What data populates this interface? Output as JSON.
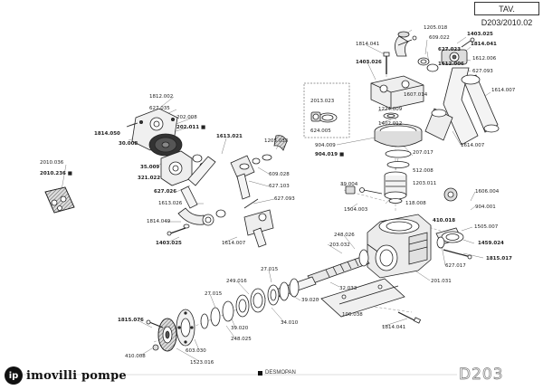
{
  "title_block": {
    "code": "TAV. D203/2010.02"
  },
  "footer": {
    "brand_mark": "ip",
    "brand_name": "imovilli pompe",
    "legend_symbol": "■",
    "legend_text": "DESMOPAN",
    "drawing_code": "D203"
  },
  "parts": [
    {
      "text": "1205.018"
    },
    {
      "text": "1814.041"
    },
    {
      "text": "609.022"
    },
    {
      "text": "627.023"
    },
    {
      "text": "1403.025"
    },
    {
      "text": "1814.041"
    },
    {
      "text": "1612.006"
    },
    {
      "text": "1403.026"
    },
    {
      "text": "627.093"
    },
    {
      "text": "1612.006"
    },
    {
      "text": "2013.023"
    },
    {
      "text": "1614.007"
    },
    {
      "text": "1607.014"
    },
    {
      "text": "1224.009"
    },
    {
      "text": "1402.012"
    },
    {
      "text": "624.005"
    },
    {
      "text": "207.017"
    },
    {
      "text": "904.009"
    },
    {
      "text": "904.019 ■"
    },
    {
      "text": "1614.007"
    },
    {
      "text": "1812.002"
    },
    {
      "text": "627.035"
    },
    {
      "text": "202.008"
    },
    {
      "text": "1814.050"
    },
    {
      "text": "202.011 ■"
    },
    {
      "text": "30.008"
    },
    {
      "text": "1613.021"
    },
    {
      "text": "1205.033"
    },
    {
      "text": "609.028"
    },
    {
      "text": "627.103"
    },
    {
      "text": "35.009"
    },
    {
      "text": "321.022"
    },
    {
      "text": "512.008"
    },
    {
      "text": "1203.011"
    },
    {
      "text": "2010.036"
    },
    {
      "text": "2010.236 ■"
    },
    {
      "text": "627.026"
    },
    {
      "text": "39.004"
    },
    {
      "text": "1606.004"
    },
    {
      "text": "1613.026"
    },
    {
      "text": "627.093"
    },
    {
      "text": "118.008"
    },
    {
      "text": "904.001"
    },
    {
      "text": "1504.003"
    },
    {
      "text": "1814.049"
    },
    {
      "text": "410.018"
    },
    {
      "text": "1505.007"
    },
    {
      "text": "1403.025"
    },
    {
      "text": "1614.007"
    },
    {
      "text": "248.026"
    },
    {
      "text": "1459.024"
    },
    {
      "text": "203.032"
    },
    {
      "text": "1815.017"
    },
    {
      "text": "627.017"
    },
    {
      "text": "27.015"
    },
    {
      "text": "249.016"
    },
    {
      "text": "201.031"
    },
    {
      "text": "39.020"
    },
    {
      "text": "27.015"
    },
    {
      "text": "32.033"
    },
    {
      "text": "34.010"
    },
    {
      "text": "1815.076"
    },
    {
      "text": "39.020"
    },
    {
      "text": "106.038"
    },
    {
      "text": "248.025"
    },
    {
      "text": "1814.041"
    },
    {
      "text": "410.008"
    },
    {
      "text": "603.030"
    },
    {
      "text": "1523.016"
    }
  ]
}
